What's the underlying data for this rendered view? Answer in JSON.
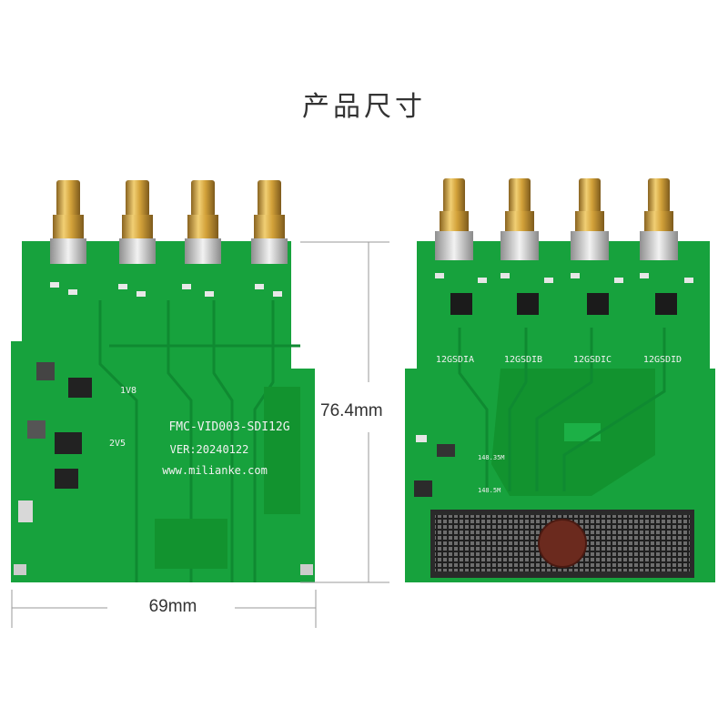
{
  "page": {
    "title": "产品尺寸"
  },
  "dimensions": {
    "width_label": "69mm",
    "height_label": "76.4mm"
  },
  "front_board": {
    "model": "FMC-VID003-SDI12G",
    "version": "VER:20240122",
    "website": "www.milianke.com",
    "rail_1v8": "1V8",
    "rail_2v5": "2V5"
  },
  "back_board": {
    "channels": [
      "12GSDIA",
      "12GSDIB",
      "12GSDIC",
      "12GSDID"
    ],
    "clock_label_1": "148.35M",
    "clock_label_2": "148.5M"
  },
  "colors": {
    "pcb_green": "#17a23d",
    "pcb_dark": "#0f8a31",
    "gold": "#d3a23a",
    "connector_black": "#2a2a2a"
  }
}
